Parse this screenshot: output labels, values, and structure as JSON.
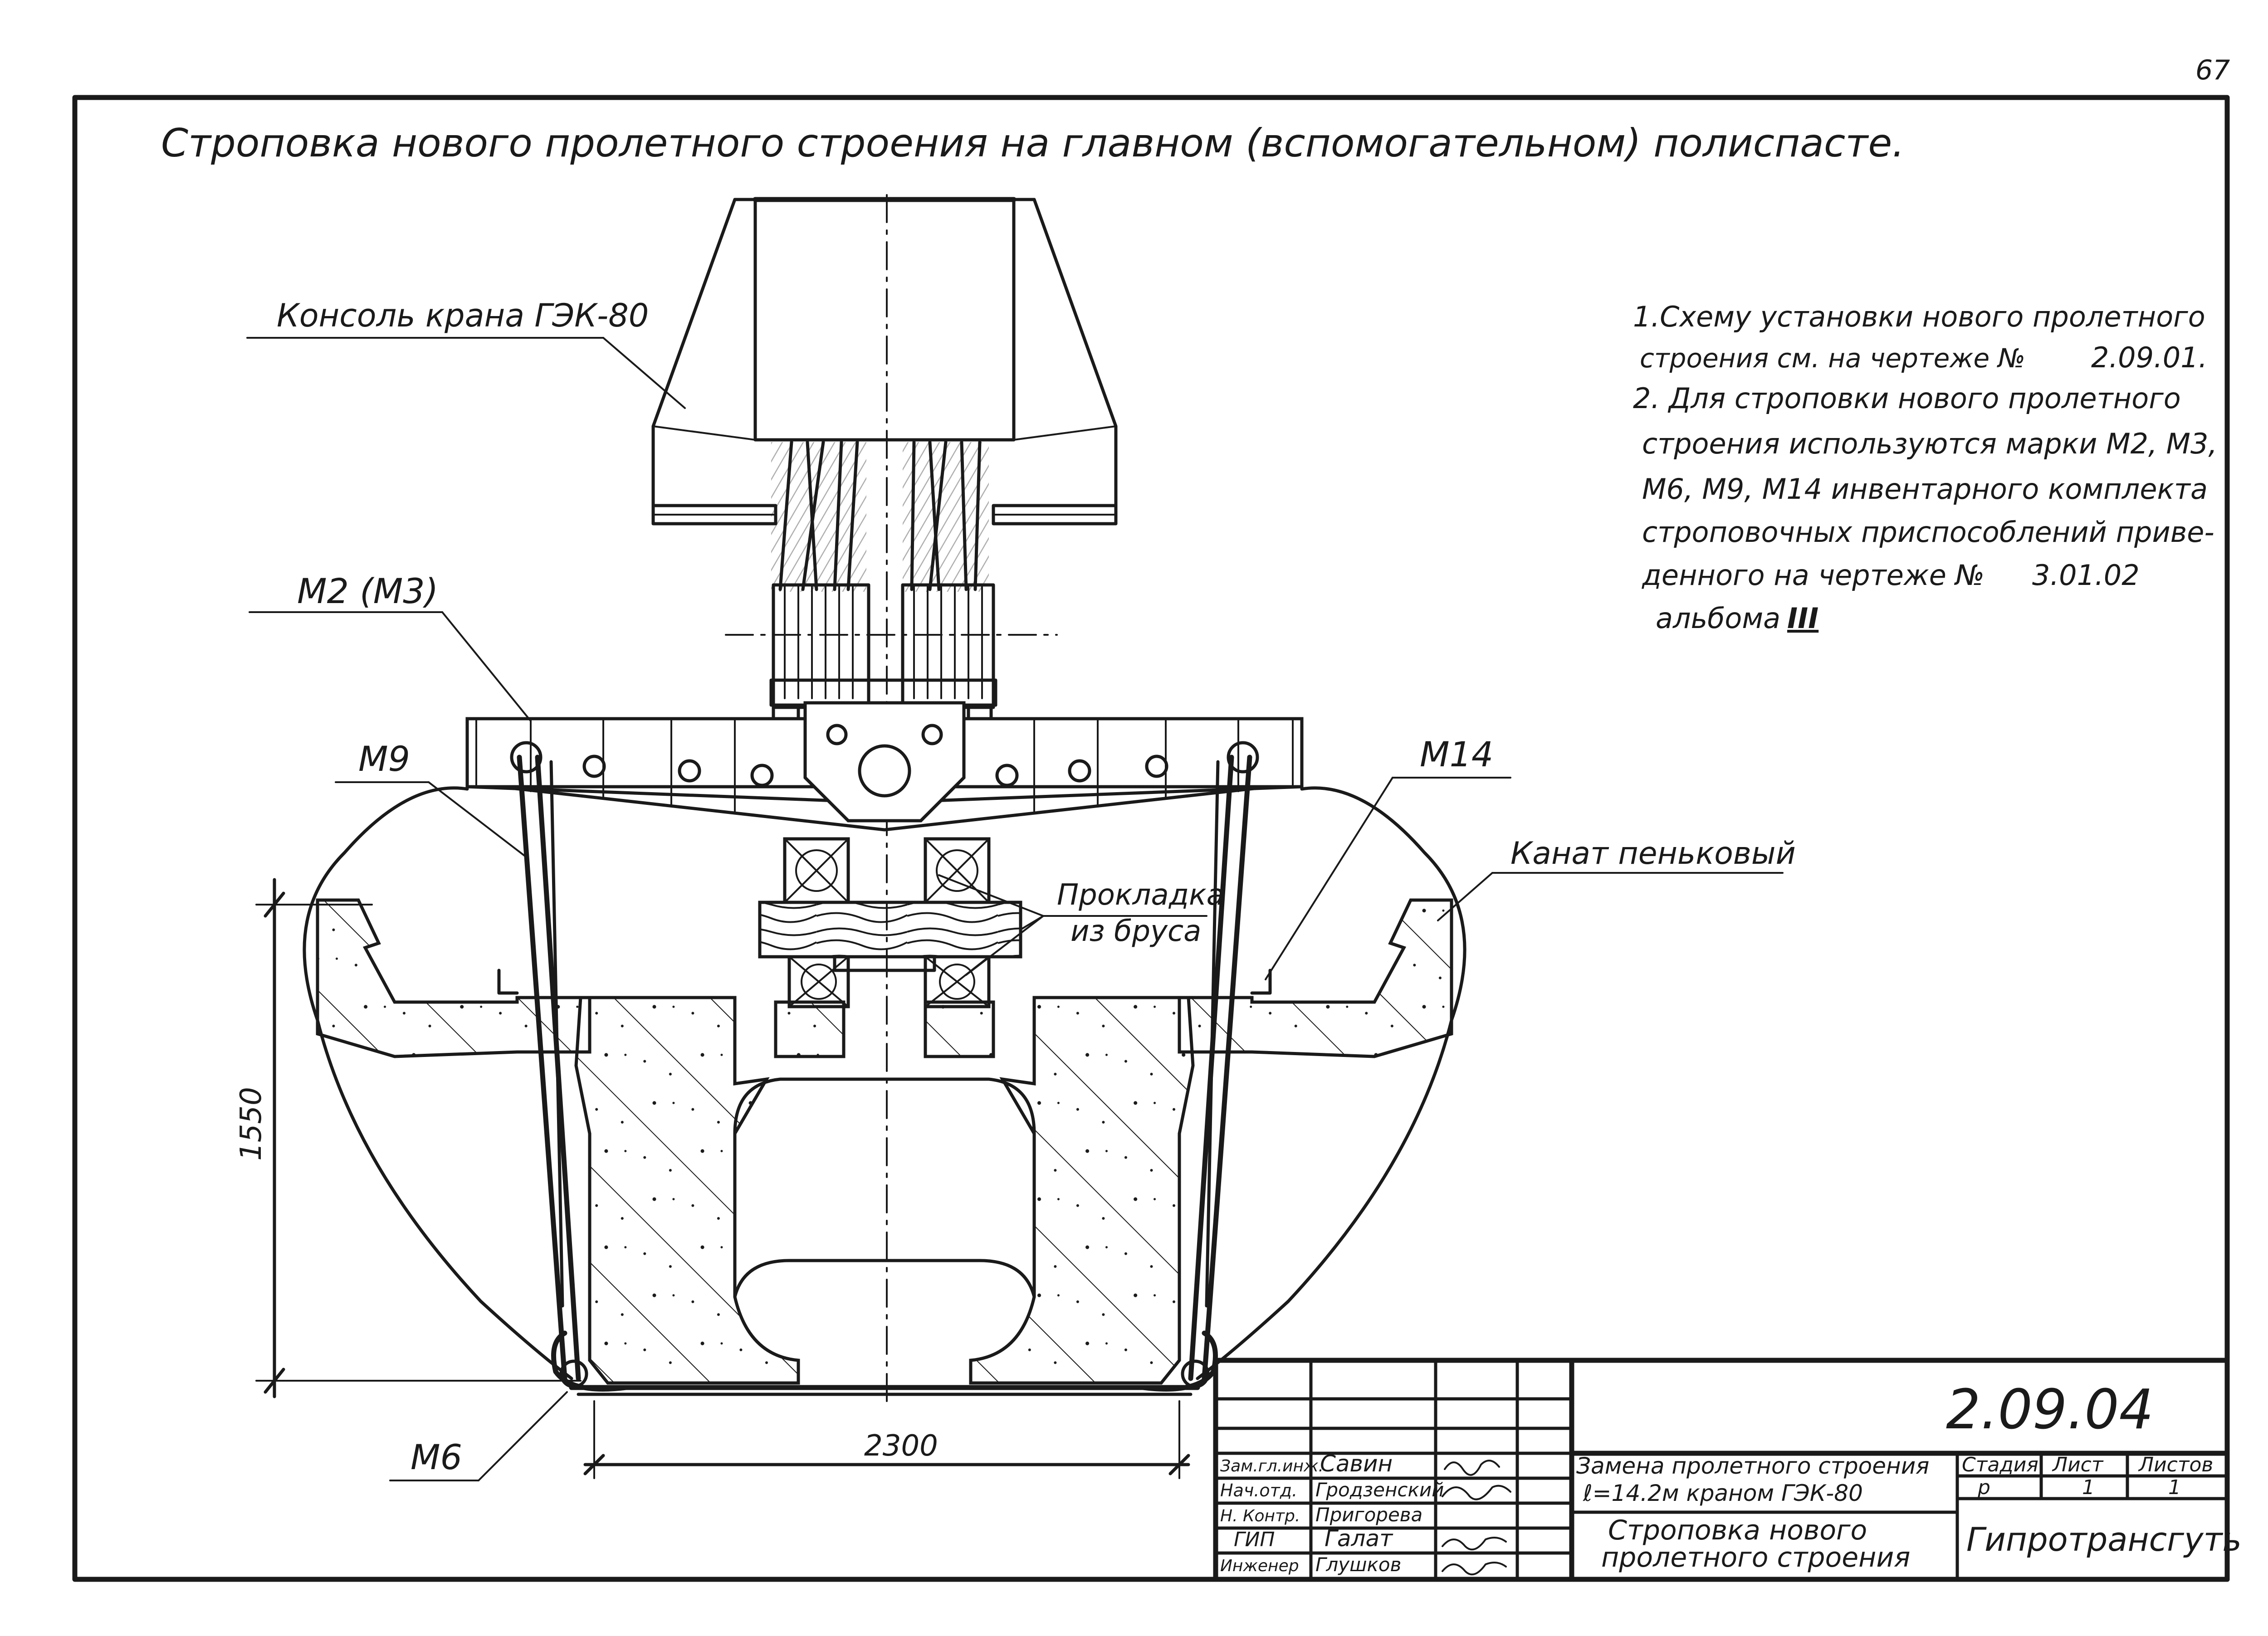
{
  "page_number": "67",
  "title": "Строповка  нового пролетного строения  на главном (вспомогательном) полиспасте.",
  "callouts": {
    "console": "Консоль крана ГЭК-80",
    "m2m3": "М2 (М3)",
    "m9": "М9",
    "m14": "М14",
    "m6": "М6",
    "rope": "Канат пеньковый",
    "spacer_line1": "Прокладка",
    "spacer_line2": "из бруса"
  },
  "dimensions": {
    "height": "1550",
    "width": "2300"
  },
  "notes": [
    "1.Схему установки нового пролетного",
    "строения см. на чертеже №",
    "2.09.01.",
    "2. Для строповки нового пролетного",
    "строения  используются марки М2, М3,",
    "М6, М9, М14  инвентарного комплекта",
    "строповочных  приспособлений приве-",
    "денного на чертеже №",
    "3.01.02",
    "альбома",
    "III"
  ],
  "title_block": {
    "drawing_number": "2.09.04",
    "roles": [
      "Зам.гл.инж.",
      "Нач.отд.",
      "Н. Контр.",
      "ГИП",
      "Инженер"
    ],
    "names": [
      "Савин",
      "Гродзенский",
      "Пригорева",
      "Галат",
      "Глушков"
    ],
    "project_line1": "Замена пролетного строения",
    "project_line2": "ℓ=14.2м   краном ГЭК-80",
    "sheet_title_line1": "Строповка нового",
    "sheet_title_line2": "пролетного строения",
    "stage_header": "Стадия",
    "sheet_header": "Лист",
    "sheets_header": "Листов",
    "stage_value": "р",
    "sheet_value": "1",
    "sheets_value": "1",
    "organization": "Гипротрансгуть"
  }
}
